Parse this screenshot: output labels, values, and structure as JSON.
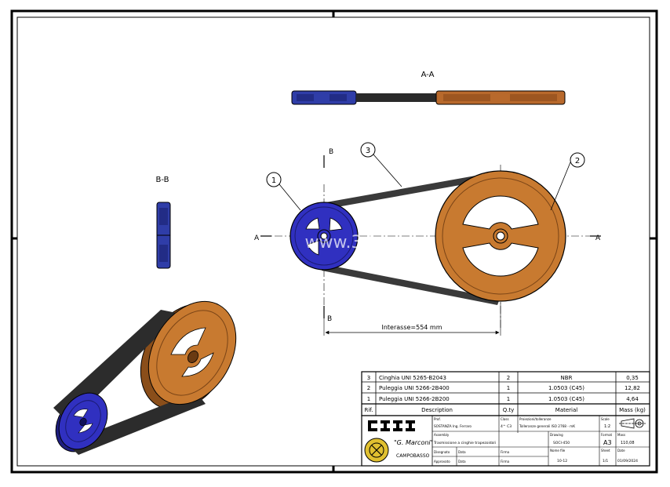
{
  "views": {
    "section_aa": "A-A",
    "section_bb": "B-B",
    "marker_a": "A",
    "marker_b": "B"
  },
  "balloons": {
    "b1": "1",
    "b2": "2",
    "b3": "3"
  },
  "dimension": {
    "center_distance": "Interasse=554 mm"
  },
  "watermark": "www.3d...com",
  "bom": {
    "rows": [
      {
        "rif": "3",
        "description": "Cinghia UNI 5265-B2043",
        "qty": "2",
        "material": "NBR",
        "mass": "0,35"
      },
      {
        "rif": "2",
        "description": "Puleggia UNI 5266-2B400",
        "qty": "1",
        "material": "1.0503 (C45)",
        "mass": "12,82"
      },
      {
        "rif": "1",
        "description": "Puleggia UNI 5266-2B200",
        "qty": "1",
        "material": "1.0503 (C45)",
        "mass": "4,64"
      }
    ],
    "headers": {
      "rif": "Rif.",
      "description": "Description",
      "qty": "Q.ty",
      "material": "Material",
      "mass": "Mass (kg)"
    }
  },
  "title_block": {
    "school": "\"G. Marconi\"",
    "city": "CAMPOBASSO",
    "fields": {
      "f1_label": "Prof.",
      "f1_value": "SOSTANZA Ing. Ferraro",
      "f2_label": "Class",
      "f2_value": "4^ C3",
      "f3_label": "Proiezioni/tolleranze",
      "f3_value": "Tolleranze generali ISO 2768 - mK",
      "f4_label": "Scale",
      "f4_value": "1:2",
      "f5_label": "Assembly",
      "f5_value": "Trasmissione a cinghie trapezoidali",
      "f6_label": "Drawing",
      "f6_value": "SOCI-450",
      "f7_label": "Format",
      "f7_value": "A3",
      "f8_label": "Mass",
      "f8_value": "110,08",
      "f9_label": "Disegnato",
      "f9_value": "Data",
      "f10_label": "Firma",
      "f11_label": "Approvato",
      "f11_value": "Data",
      "f12_label": "Firma",
      "f13_label": "Nome file",
      "f13_value": "10-12",
      "f14_label": "Sheet",
      "f14_value": "1/1",
      "f15_label": "Date",
      "f15_value": "01/09/2024"
    }
  },
  "colors": {
    "blue_pulley": "#3030c0",
    "orange_pulley": "#c87a30",
    "belt": "#3a3a3a",
    "frame": "#000000"
  }
}
